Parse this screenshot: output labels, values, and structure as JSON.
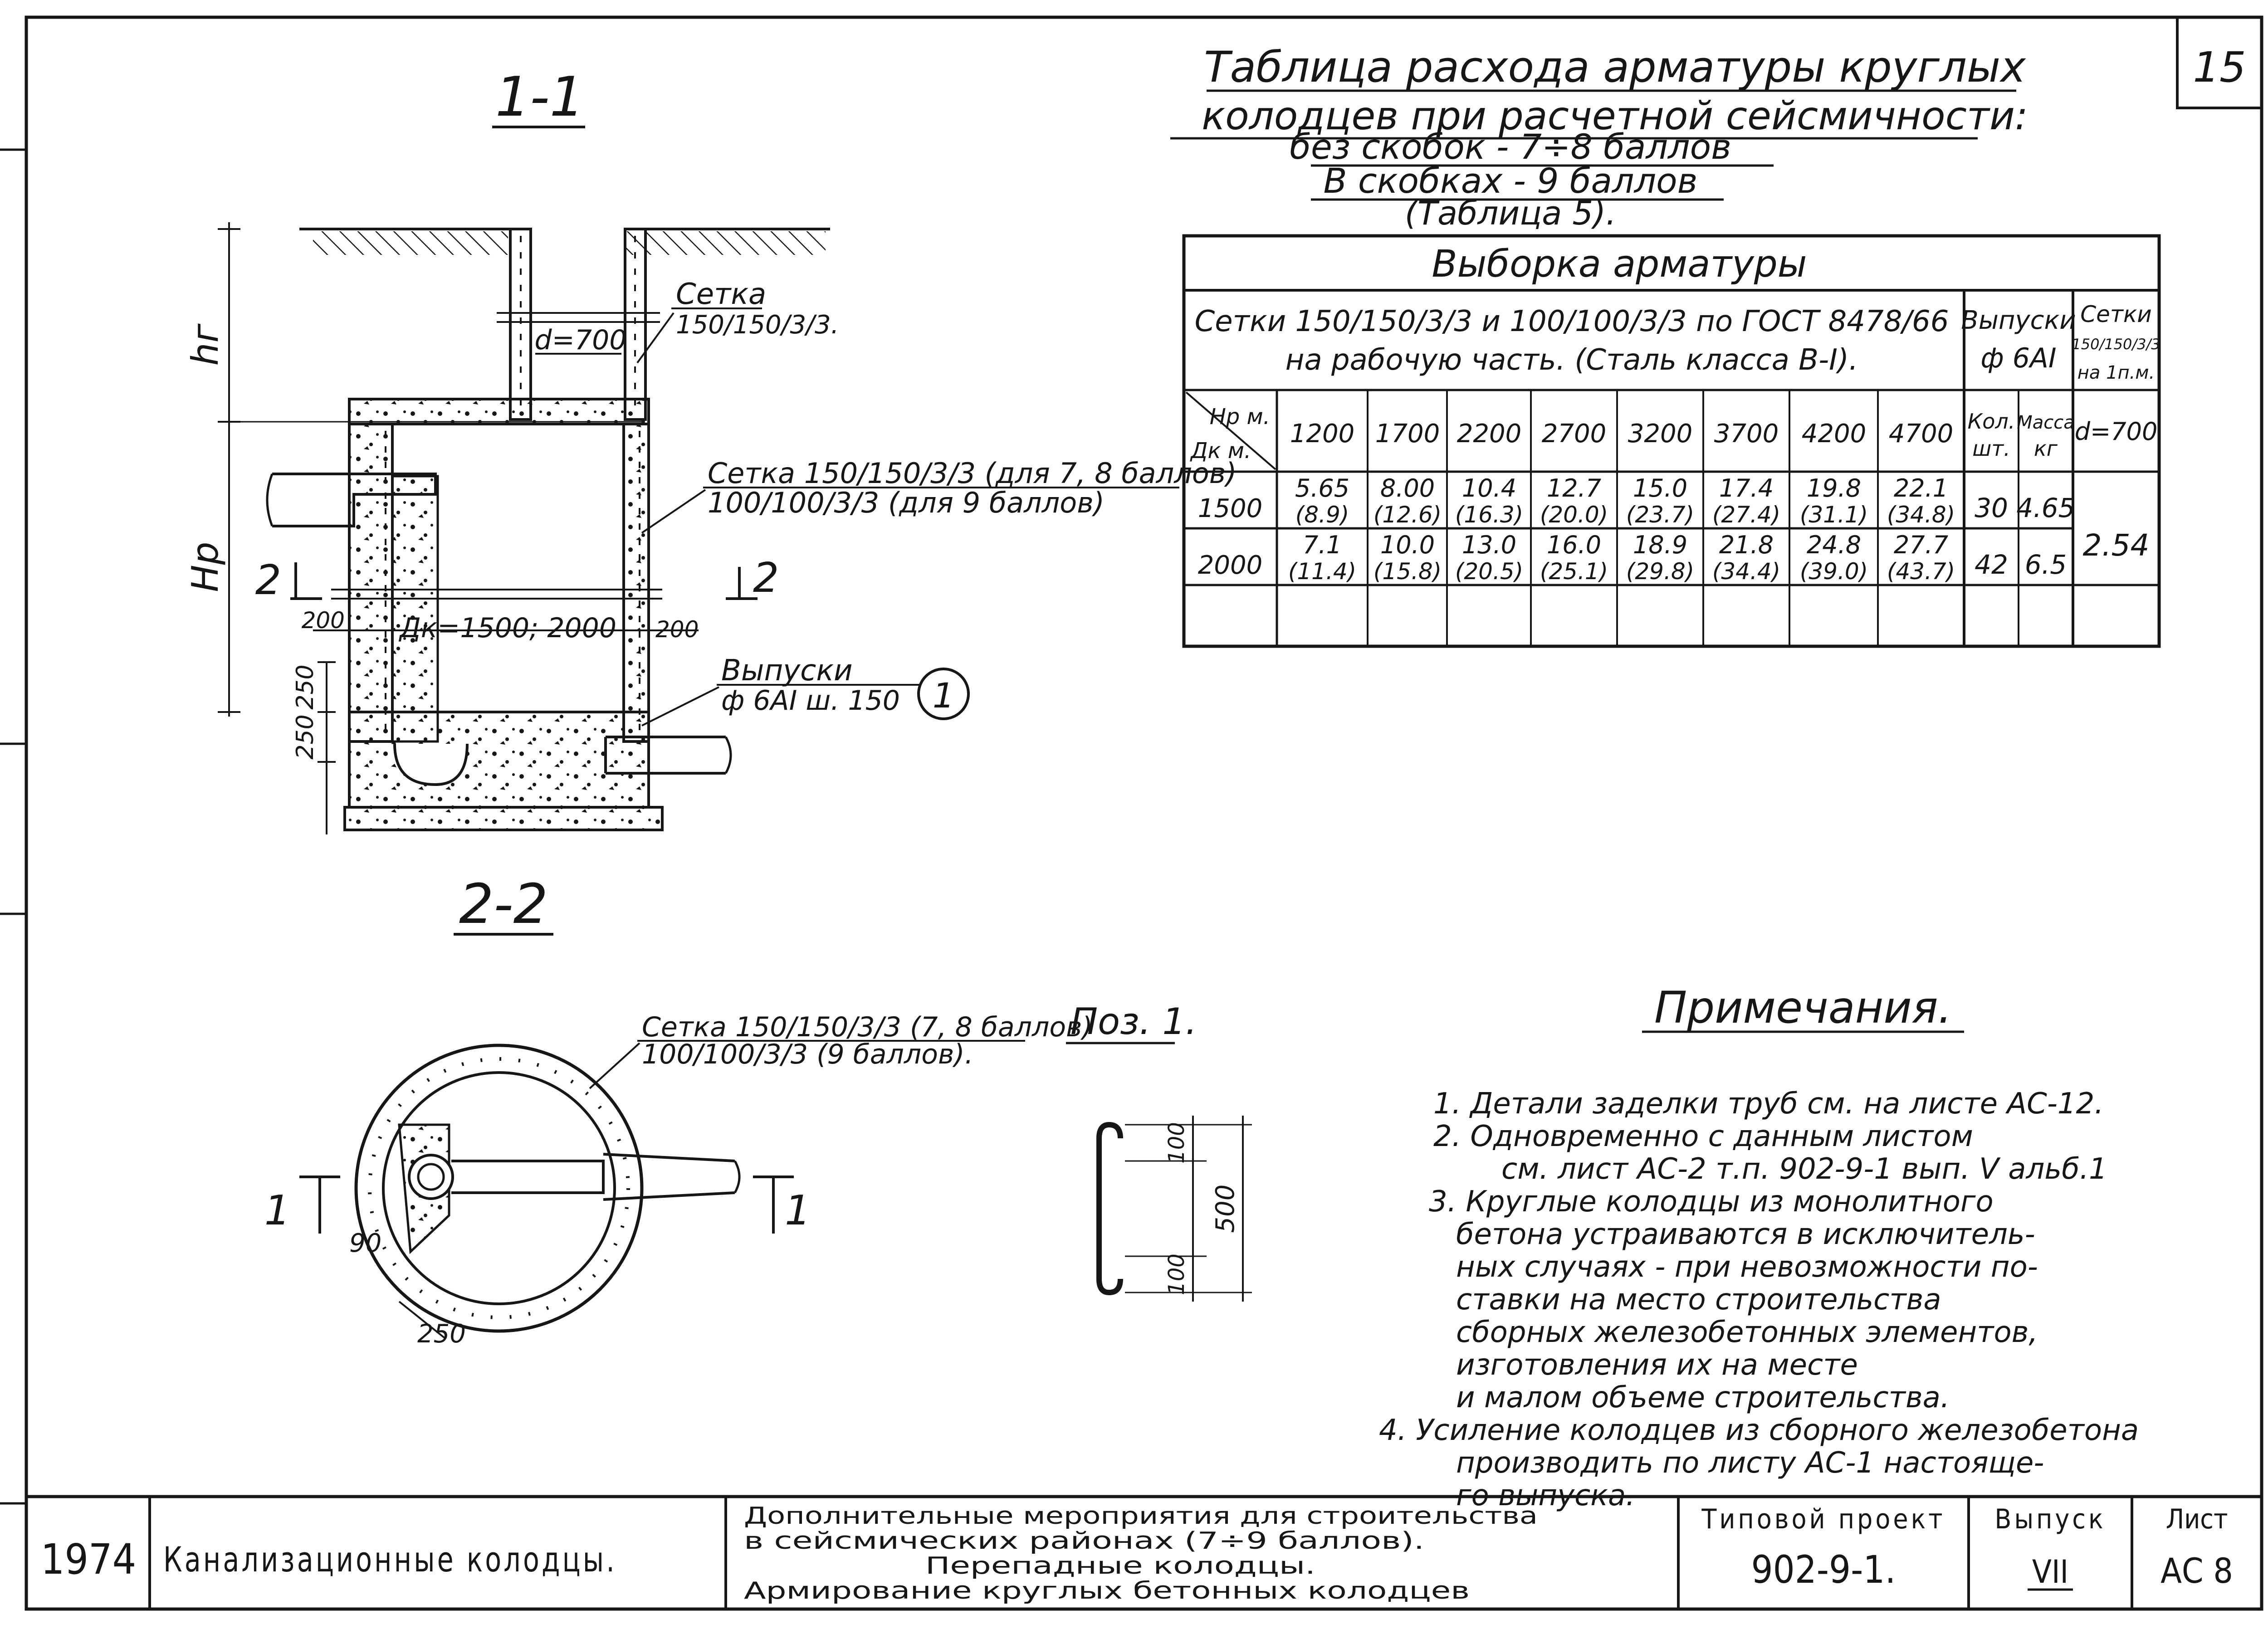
{
  "sheet_number": "15",
  "section_1": {
    "label": "1-1",
    "mesh_top_label": "Сетка",
    "mesh_top_spec": "150/150/3/3.",
    "neck_diameter": "d=700",
    "dim_hg": "hг",
    "dim_hr": "Hр",
    "mesh_wall_line1": "Сетка 150/150/3/3 (для 7, 8 баллов)",
    "mesh_wall_line2": "100/100/3/3 (для 9 баллов)",
    "cut_mark_left": "2",
    "cut_mark_right": "2",
    "dim_wall_left": "200",
    "dim_wall_right": "200",
    "inner_diameter": "Дк=1500; 2000",
    "dim_250_a": "250",
    "dim_250_b": "250",
    "outlets_label": "Выпуски",
    "outlets_spec": "ф 6АI ш. 150",
    "callout": "1"
  },
  "section_2": {
    "label": "2-2",
    "mesh_line1": "Сетка 150/150/3/3 (7, 8 баллов)",
    "mesh_line2": "100/100/3/3 (9 баллов).",
    "cut_mark_left": "1",
    "cut_mark_right": "1",
    "dim_90": "90",
    "dim_250": "250"
  },
  "pos1": {
    "label": "Поз. 1.",
    "dim_top": "100",
    "dim_total": "500",
    "dim_bottom": "100"
  },
  "table_title": {
    "line1": "Таблица расхода арматуры круглых",
    "line2": "колодцев при расчетной сейсмичности:",
    "line3": "без скобок - 7÷8 баллов",
    "line4": "В скобках - 9 баллов",
    "line5": "(Таблица 5)."
  },
  "rebar_table": {
    "caption": "Выборка арматуры",
    "group_header_line1": "Сетки 150/150/3/3 и 100/100/3/3 по ГОСТ 8478/66",
    "group_header_line2": "на рабочую часть. (Сталь класса В-I).",
    "outlets_header_line1": "Выпуски",
    "outlets_header_line2": "ф 6АI",
    "mesh_lm_header_line1": "Сетки",
    "mesh_lm_header_line2": "150/150/3/3",
    "mesh_lm_header_line3": "на 1п.м.",
    "corner_top": "Hр м.",
    "corner_bottom": "Дк м.",
    "heights": [
      "1200",
      "1700",
      "2200",
      "2700",
      "3200",
      "3700",
      "4200",
      "4700"
    ],
    "count_header_line1": "Кол.",
    "count_header_line2": "шт.",
    "mass_header_line1": "Масса",
    "mass_header_line2": "кг",
    "neck_header": "d=700",
    "rows": [
      {
        "diameter": "1500",
        "values": [
          "5.65",
          "8.00",
          "10.4",
          "12.7",
          "15.0",
          "17.4",
          "19.8",
          "22.1"
        ],
        "values_9": [
          "(8.9)",
          "(12.6)",
          "(16.3)",
          "(20.0)",
          "(23.7)",
          "(27.4)",
          "(31.1)",
          "(34.8)"
        ],
        "count": "30",
        "mass": "4.65"
      },
      {
        "diameter": "2000",
        "values": [
          "7.1",
          "10.0",
          "13.0",
          "16.0",
          "18.9",
          "21.8",
          "24.8",
          "27.7"
        ],
        "values_9": [
          "(11.4)",
          "(15.8)",
          "(20.5)",
          "(25.1)",
          "(29.8)",
          "(34.4)",
          "(39.0)",
          "(43.7)"
        ],
        "count": "42",
        "mass": "6.5"
      }
    ],
    "neck_value": "2.54"
  },
  "notes": {
    "title": "Примечания.",
    "lines": [
      "1. Детали заделки труб см. на листе АС-12.",
      "2. Одновременно с данным листом",
      "см. лист АС-2 т.п. 902-9-1 вып. V альб.1",
      "3. Круглые колодцы из монолитного",
      "бетона устраиваются в исключитель-",
      "ных случаях - при невозможности по-",
      "ставки на место строительства",
      "сборных железобетонных элементов,",
      "изготовления их на месте",
      "и малом объеме строительства.",
      "4. Усиление колодцев из сборного железобетона",
      "производить по листу АС-1 настояще-",
      "го выпуска."
    ]
  },
  "title_block": {
    "year": "1974",
    "album_name": "Канализационные колодцы.",
    "desc_line1": "Дополнительные мероприятия для строительства",
    "desc_line2": "в сейсмических районах (7÷9 баллов).",
    "desc_line3": "Перепадные колодцы.",
    "desc_line4": "Армирование круглых бетонных колодцев",
    "project_label": "Типовой проект",
    "project_number": "902-9-1.",
    "issue_label": "Выпуск",
    "issue_number": "VII",
    "sheet_label": "Лист",
    "sheet_code": "АС 8"
  }
}
